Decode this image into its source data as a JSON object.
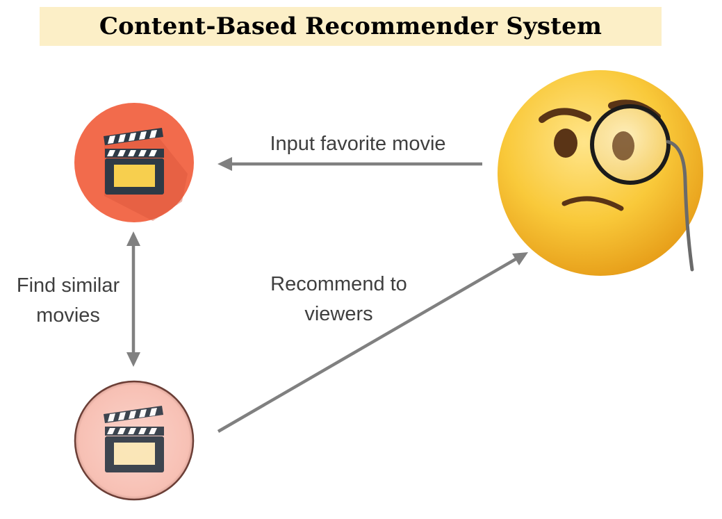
{
  "title": "Content-Based Recommender System",
  "nodes": {
    "favorite_movie": {
      "icon": "clapperboard-icon"
    },
    "similar_movies": {
      "icon": "clapperboard-icon"
    },
    "viewer": {
      "icon": "monocle-face-emoji-icon"
    }
  },
  "edges": {
    "input": {
      "label": "Input favorite movie"
    },
    "find": {
      "line1": "Find similar",
      "line2": "movies"
    },
    "recommend": {
      "line1": "Recommend to",
      "line2": "viewers"
    }
  },
  "colors": {
    "title_band": "#fcefc7",
    "favorite_circle": "#f26b4c",
    "similar_circle": "#f9c9bf",
    "arrow": "#808080",
    "clapper_body": "#2e3a46",
    "clapper_screen_active": "#f7cf4e",
    "clapper_screen_faded": "#fbe9b7",
    "emoji_face": "#f7c531"
  }
}
